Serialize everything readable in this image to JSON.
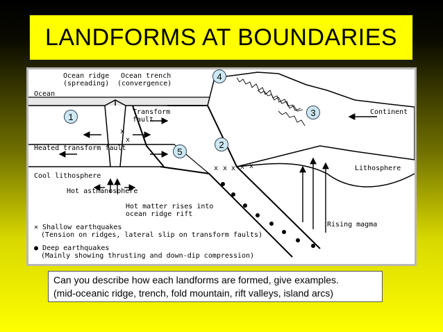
{
  "title": "LANDFORMS AT BOUNDARIES",
  "diagram": {
    "labels": {
      "ocean_ridge": "Ocean ridge",
      "spreading": "(spreading)",
      "ocean_trench": "Ocean trench",
      "convergence": "(convergence)",
      "ocean": "Ocean",
      "transform": "Transform",
      "fault": "fault",
      "continent": "Continent",
      "heated_transform_fault": "Heated transform fault",
      "lithosphere": "Lithosphere",
      "cool_lithosphere": "Cool lithosphere",
      "hot_asthenosphere": "Hot asthanosphere",
      "hot_matter_1": "Hot matter rises into",
      "hot_matter_2": "ocean ridge rift",
      "rising_magma": "Rising magma",
      "shallow_eq_1": "Shallow earthquakes",
      "shallow_eq_2": "(Tension on ridges, lateral slip on transform faults)",
      "deep_eq_1": "Deep earthquakes",
      "deep_eq_2": "(Mainly showing thrusting and down-dip compression)"
    },
    "markers": [
      "1",
      "2",
      "3",
      "4",
      "5"
    ]
  },
  "question": {
    "line1": "Can you describe how each landforms are formed, give examples.",
    "line2": "(mid-oceanic ridge, trench, fold mountain, rift valleys, island arcs)"
  }
}
